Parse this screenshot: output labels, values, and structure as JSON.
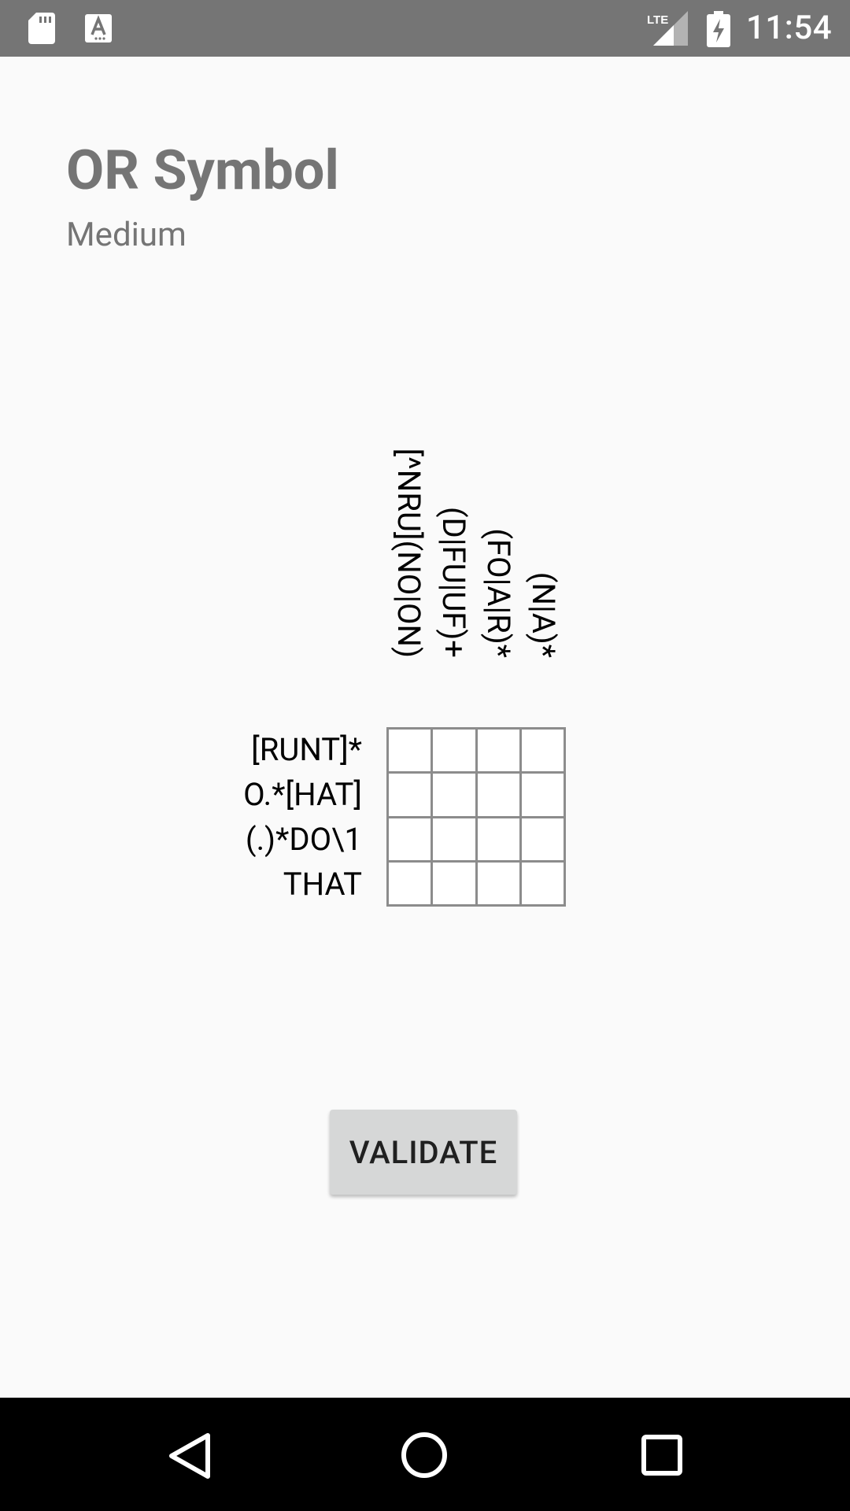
{
  "status_bar": {
    "time": "11:54",
    "network_label": "LTE",
    "icons": [
      "sd-card-icon",
      "a-text-icon",
      "lte-signal-icon",
      "battery-charging-icon"
    ]
  },
  "header": {
    "title": "OR Symbol",
    "subtitle": "Medium"
  },
  "puzzle": {
    "column_clues": [
      "[^NRU](NO|ON)",
      "(D|FU|UF)+",
      "(FO|A|R)*",
      "(N|A)*"
    ],
    "row_clues": [
      "[RUNT]*",
      "O.*[HAT]",
      "(.)*DO\\1",
      "THAT"
    ],
    "cells": [
      [
        "",
        "",
        "",
        ""
      ],
      [
        "",
        "",
        "",
        ""
      ],
      [
        "",
        "",
        "",
        ""
      ],
      [
        "",
        "",
        "",
        ""
      ]
    ]
  },
  "actions": {
    "validate_label": "VALIDATE"
  },
  "navigation": {
    "icons": [
      "back-icon",
      "home-icon",
      "recents-icon"
    ]
  },
  "colors": {
    "status_bar": "#757575",
    "background": "#fafafa",
    "title_text": "#757575",
    "grid_border": "#8c8c8c",
    "button_bg": "#d6d7d7",
    "nav_bar": "#000000"
  }
}
